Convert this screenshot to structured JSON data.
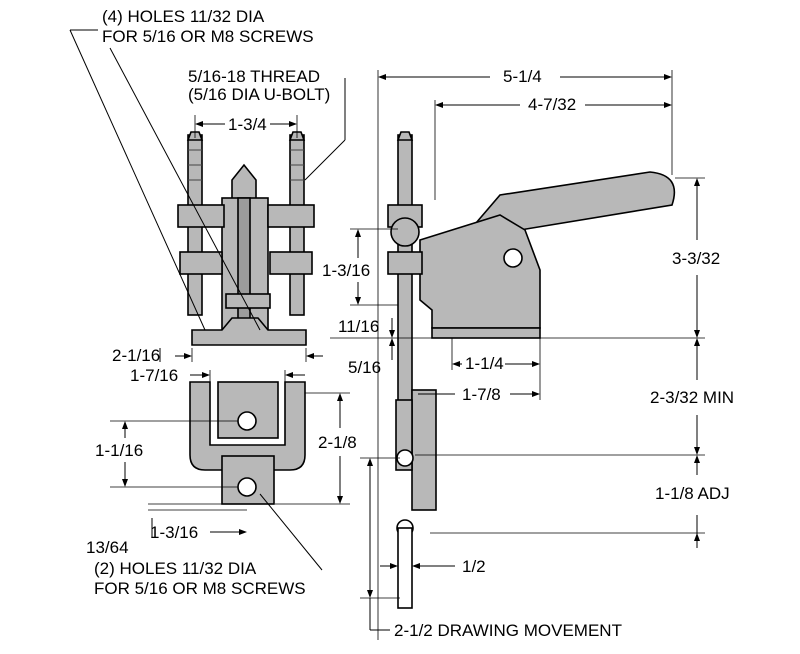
{
  "labels": {
    "top_holes_line1": "(4) HOLES 11/32 DIA",
    "top_holes_line2": "FOR 5/16 OR M8 SCREWS",
    "thread_line1": "5/16-18 THREAD",
    "thread_line2": "(5/16 DIA U-BOLT)",
    "dim_1_3_4": "1-3/4",
    "dim_5_1_4": "5-1/4",
    "dim_4_7_32": "4-7/32",
    "dim_3_3_32": "3-3/32",
    "dim_1_3_16_side": "1-3/16",
    "dim_11_16": "11/16",
    "dim_2_1_16": "2-1/16",
    "dim_1_7_16": "1-7/16",
    "dim_5_16": "5/16",
    "dim_1_1_4": "1-1/4",
    "dim_1_7_8": "1-7/8",
    "dim_2_3_32_min": "2-3/32 MIN",
    "dim_1_1_16": "1-1/16",
    "dim_2_1_8": "2-1/8",
    "dim_1_1_8_adj": "1-1/8 ADJ",
    "dim_13_64": "13/64",
    "dim_1_3_16_bottom": "1-3/16",
    "dim_1_2": "1/2",
    "bottom_holes_line1": "(2) HOLES 11/32 DIA",
    "bottom_holes_line2": "FOR 5/16 OR M8 SCREWS",
    "drawing_movement": "2-1/2 DRAWING MOVEMENT"
  },
  "colors": {
    "part_fill": "#b8b8b8",
    "part_dark": "#9c9c9c",
    "line": "#000000",
    "background": "#ffffff"
  }
}
